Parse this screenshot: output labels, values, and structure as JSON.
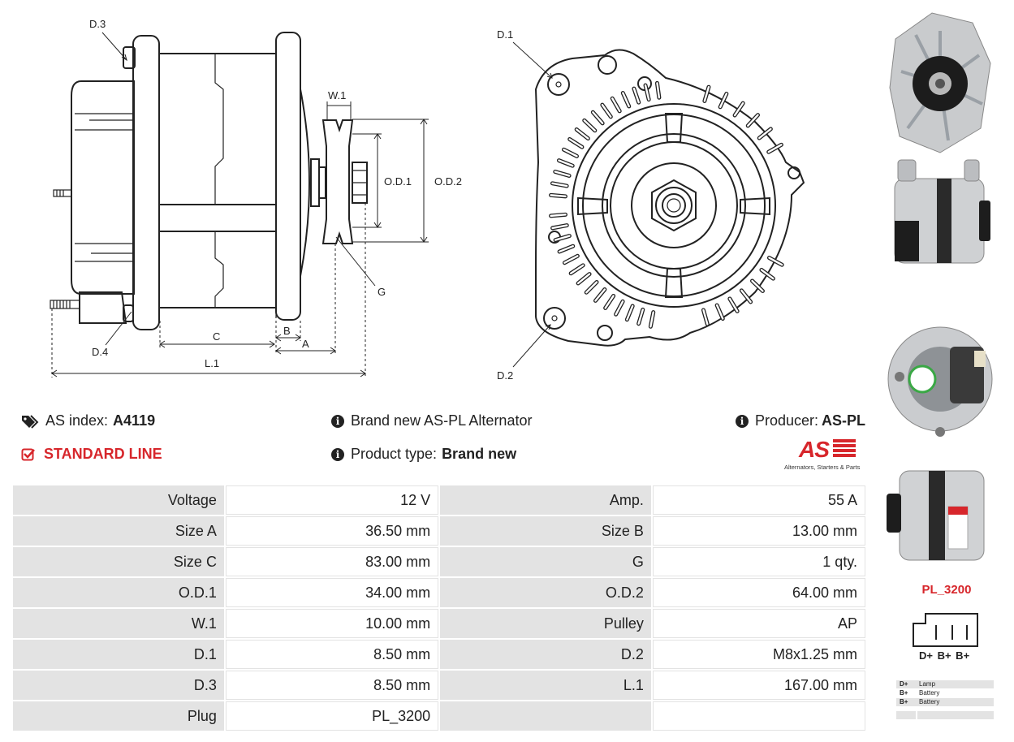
{
  "drawing": {
    "side_labels": {
      "d3": "D.3",
      "d4": "D.4",
      "w1": "W.1",
      "od1": "O.D.1",
      "od2": "O.D.2",
      "g": "G",
      "c": "C",
      "b": "B",
      "a": "A",
      "l1": "L.1"
    },
    "front_labels": {
      "d1": "D.1",
      "d2": "D.2"
    }
  },
  "info": {
    "as_index_label": "AS index:",
    "as_index_value": "A4119",
    "line_label": "STANDARD LINE",
    "description": "Brand new AS-PL Alternator",
    "product_type_label": "Product type:",
    "product_type_value": "Brand new",
    "producer_label": "Producer:",
    "producer_value": "AS-PL"
  },
  "logo": {
    "mark": "AS",
    "tagline": "Alternators, Starters & Parts"
  },
  "specs": [
    {
      "k1": "Voltage",
      "v1": "12 V",
      "k2": "Amp.",
      "v2": "55 A"
    },
    {
      "k1": "Size A",
      "v1": "36.50 mm",
      "k2": "Size B",
      "v2": "13.00 mm"
    },
    {
      "k1": "Size C",
      "v1": "83.00 mm",
      "k2": "G",
      "v2": "1 qty."
    },
    {
      "k1": "O.D.1",
      "v1": "34.00 mm",
      "k2": "O.D.2",
      "v2": "64.00 mm"
    },
    {
      "k1": "W.1",
      "v1": "10.00 mm",
      "k2": "Pulley",
      "v2": "AP"
    },
    {
      "k1": "D.1",
      "v1": "8.50 mm",
      "k2": "D.2",
      "v2": "M8x1.25 mm"
    },
    {
      "k1": "D.3",
      "v1": "8.50 mm",
      "k2": "L.1",
      "v2": "167.00 mm"
    },
    {
      "k1": "Plug",
      "v1": "PL_3200",
      "k2": "",
      "v2": ""
    }
  ],
  "plug": {
    "name": "PL_3200",
    "pins": "D+ B+ B+",
    "legend": [
      {
        "pin": "D+",
        "desc": "Lamp"
      },
      {
        "pin": "B+",
        "desc": "Battery"
      },
      {
        "pin": "B+",
        "desc": "Battery"
      }
    ]
  },
  "colors": {
    "accent": "#d7262b",
    "cell_bg": "#e3e3e3",
    "photo_bg": "#3b3b3b"
  },
  "icons": [
    "tags-icon",
    "check-square-icon",
    "info-circle-icon"
  ]
}
